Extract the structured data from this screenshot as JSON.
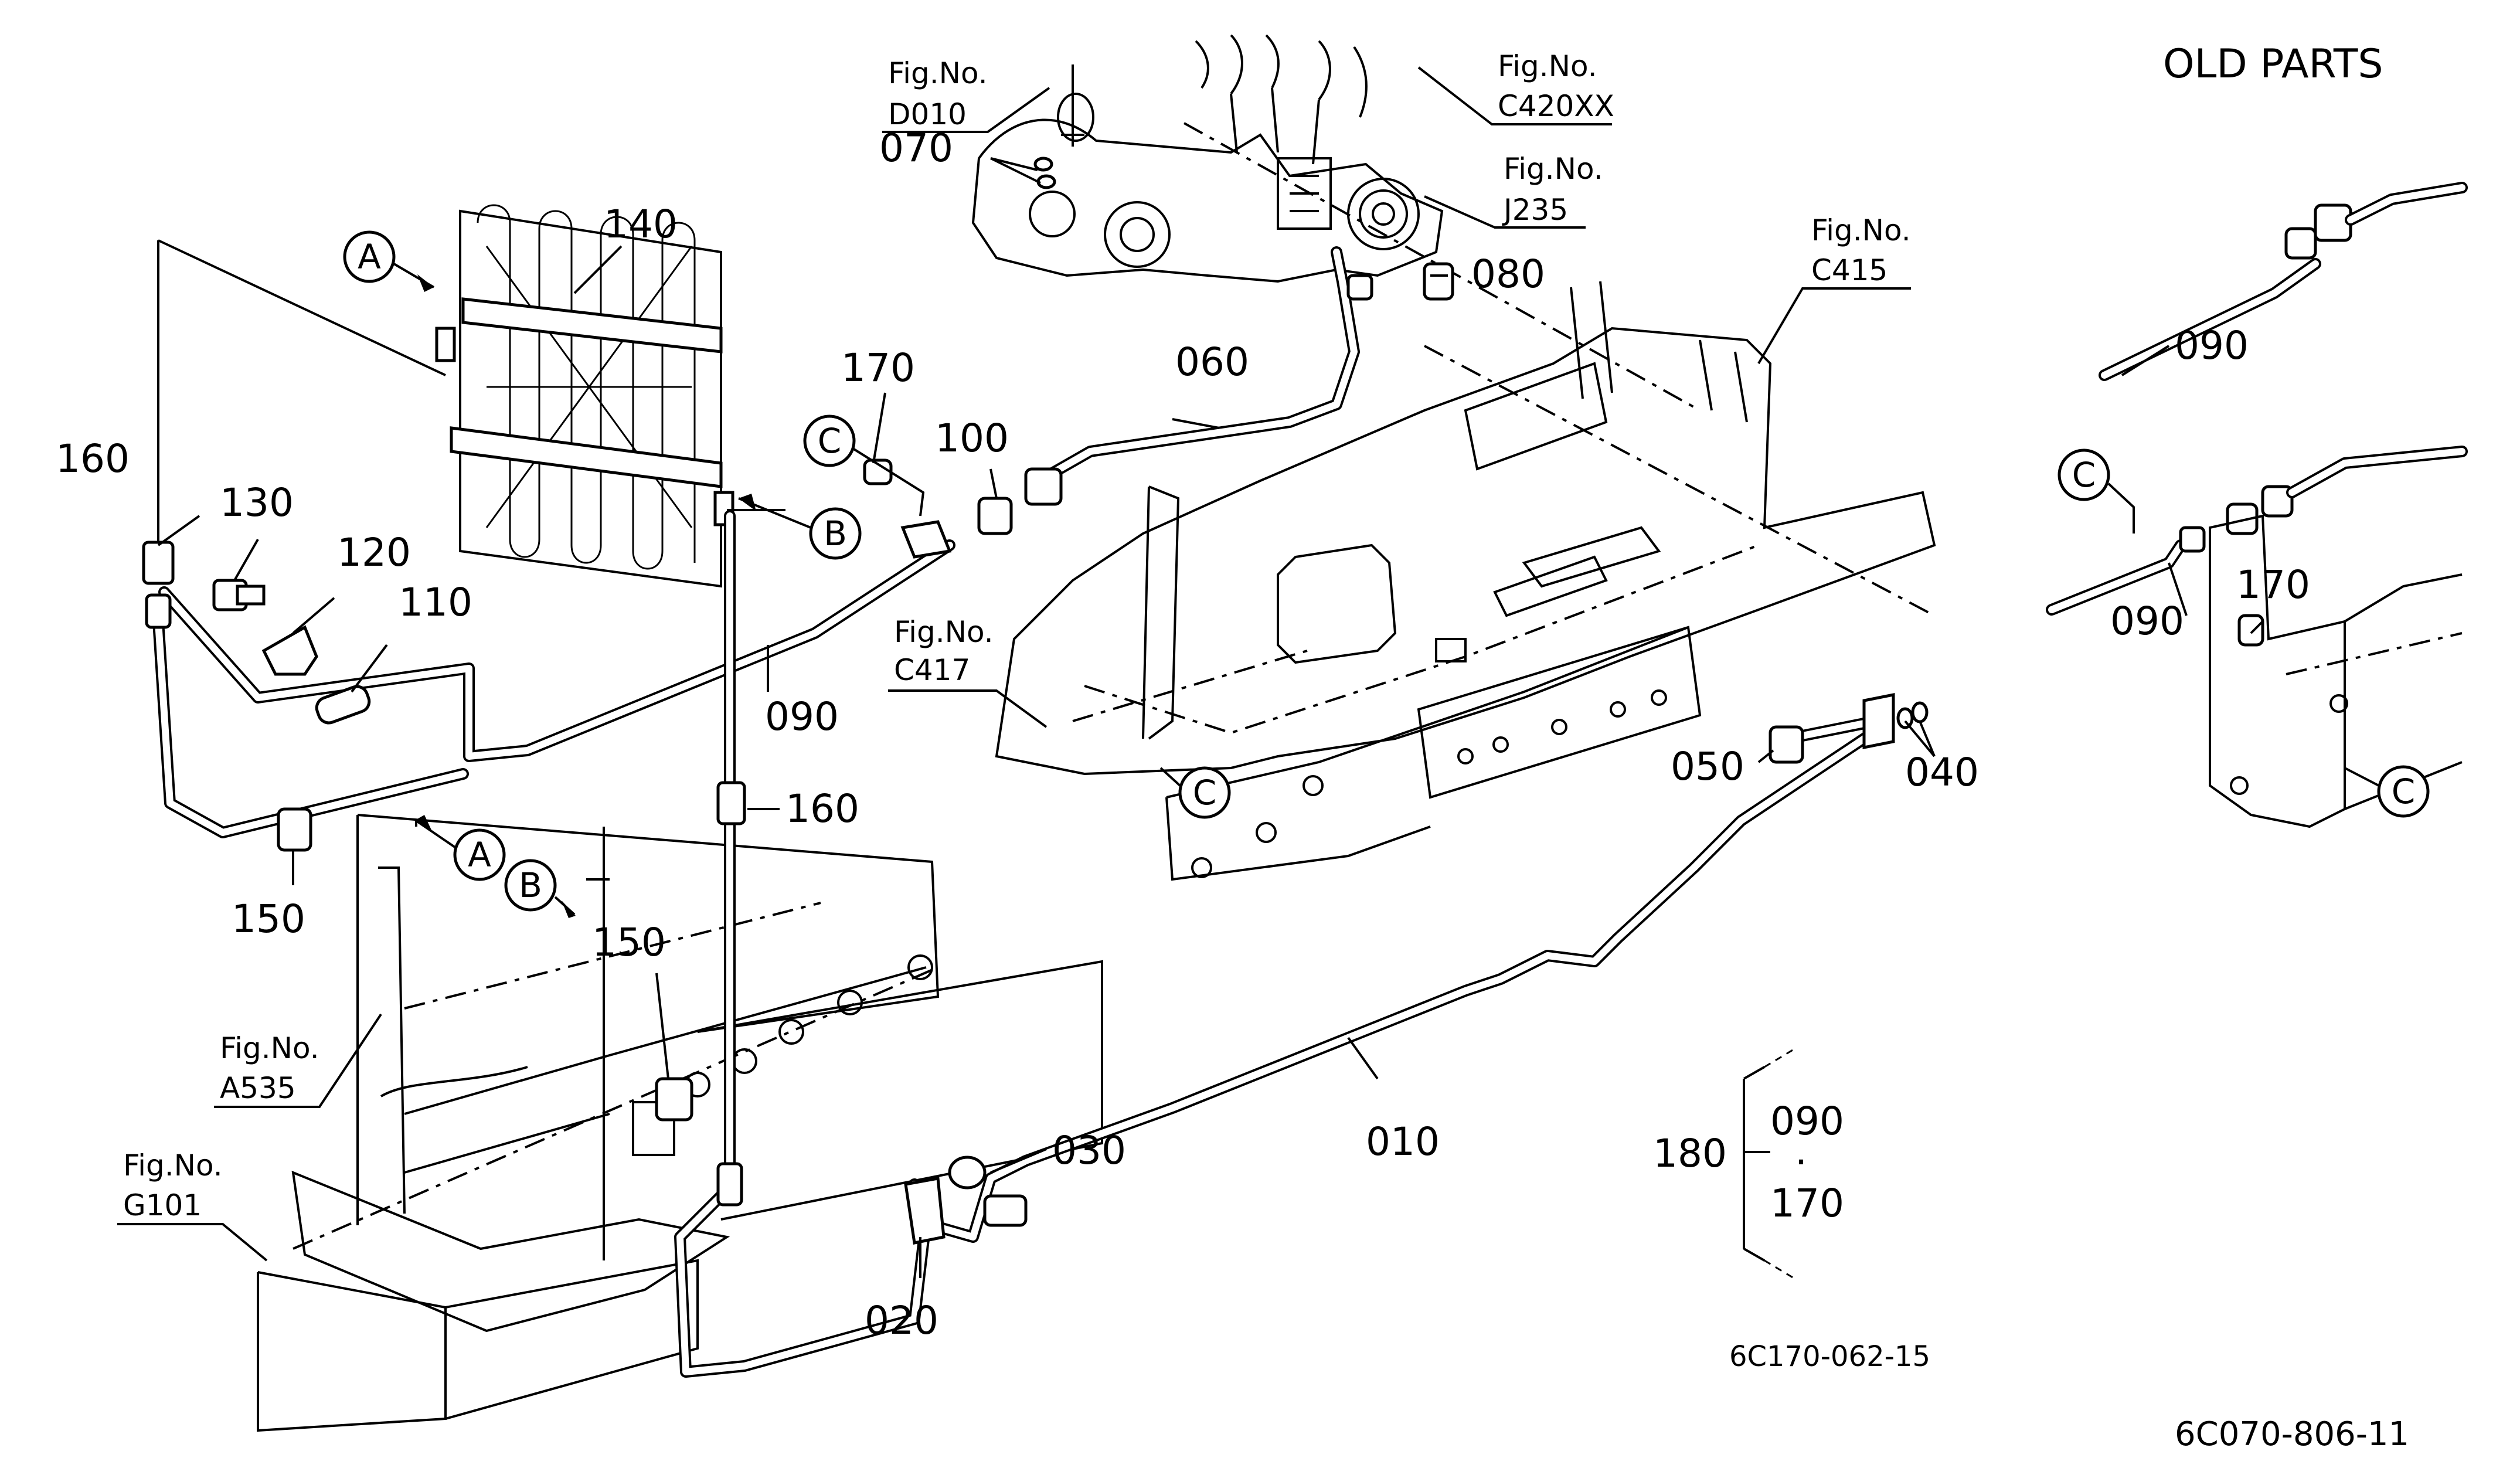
{
  "title": "OLD PARTS",
  "drawing_code": "6C070-806-11",
  "inset_code": "6C170-062-15",
  "fig_refs": [
    {
      "key": "d010",
      "label": "Fig.No.",
      "value": "D010"
    },
    {
      "key": "c420xx",
      "label": "Fig.No.",
      "value": "C420XX"
    },
    {
      "key": "j235",
      "label": "Fig.No.",
      "value": "J235"
    },
    {
      "key": "c415",
      "label": "Fig.No.",
      "value": "C415"
    },
    {
      "key": "c417",
      "label": "Fig.No.",
      "value": "C417"
    },
    {
      "key": "a535",
      "label": "Fig.No.",
      "value": "A535"
    },
    {
      "key": "g101",
      "label": "Fig.No.",
      "value": "G101"
    }
  ],
  "part_numbers": {
    "p010": "010",
    "p020": "020",
    "p030": "030",
    "p040": "040",
    "p050": "050",
    "p060": "060",
    "p070": "070",
    "p080": "080",
    "p090": "090",
    "p100": "100",
    "p110": "110",
    "p120": "120",
    "p130": "130",
    "p140": "140",
    "p150a": "150",
    "p150b": "150",
    "p160a": "160",
    "p160b": "160",
    "p170": "170",
    "p180": "180"
  },
  "kit_180": {
    "label": "180",
    "items": [
      "090",
      "170"
    ],
    "separator": "·"
  },
  "old_parts_labels": {
    "p090a": "090",
    "p090b": "090",
    "p170": "170"
  },
  "callouts": {
    "A": "A",
    "B": "B",
    "C": "C"
  },
  "colors": {
    "line": "#000000",
    "background": "#ffffff"
  }
}
